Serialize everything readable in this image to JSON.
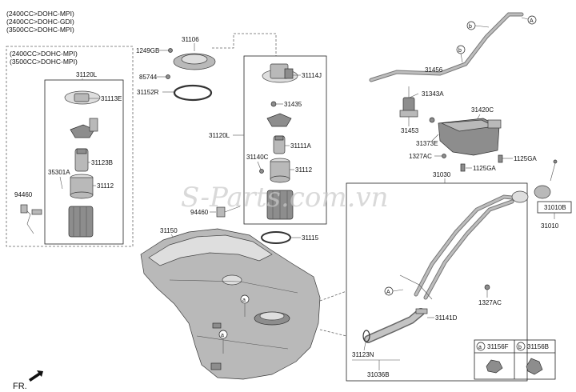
{
  "header": {
    "engine_lines": [
      "(2400CC>DOHC-MPI)",
      "(2400CC>DOHC-GDI)",
      "(3500CC>DOHC-MPI)"
    ],
    "left_box_lines": [
      "(2400CC>DOHC-MPI)",
      "(3500CC>DOHC-MPI)"
    ]
  },
  "watermark": "S-Parts.com.vn",
  "direction_label": "FR.",
  "parts": {
    "p31106": "31106",
    "p1249GB": "1249GB",
    "p85744": "85744",
    "p31152R": "31152R",
    "p31120L_left": "31120L",
    "p31113E": "31113E",
    "p31123B": "31123B",
    "p35301A": "35301A",
    "p31112_left": "31112",
    "p94460_left": "94460",
    "p31114J": "31114J",
    "p31435": "31435",
    "p31120L_mid": "31120L",
    "p31111A": "31111A",
    "p31140C": "31140C",
    "p31112_mid": "31112",
    "p94460_mid": "94460",
    "p31115": "31115",
    "p31150": "31150",
    "p31456": "31456",
    "p31343A": "31343A",
    "p31420C": "31420C",
    "p31453": "31453",
    "p31373E": "31373E",
    "p1327AC_top": "1327AC",
    "p1125GA_right": "1125GA",
    "p1125GA_bottom": "1125GA",
    "p31030": "31030",
    "p31010B": "31010B",
    "p31010": "31010",
    "p1327AC_bottom": "1327AC",
    "p31141D": "31141D",
    "p31123N": "31123N",
    "p31036B": "31036B",
    "p31156F": "31156F",
    "p31156B": "31156B"
  },
  "callouts": {
    "a": "a",
    "b": "b",
    "A": "A"
  },
  "colors": {
    "part_fill": "#b9b9b9",
    "part_dark": "#8d8d8d",
    "outline": "#3a3a3a",
    "watermark": "#c9c9c9"
  }
}
